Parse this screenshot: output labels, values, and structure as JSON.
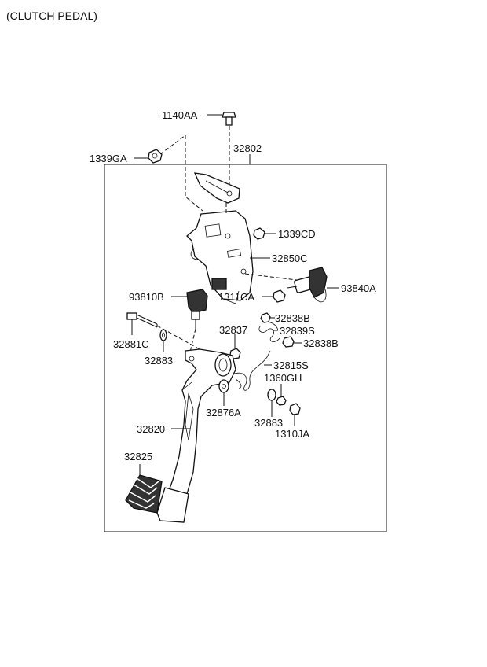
{
  "title": "(CLUTCH PEDAL)",
  "labels": {
    "p1140AA": "1140AA",
    "p1339GA": "1339GA",
    "p32802": "32802",
    "p1339CD": "1339CD",
    "p32850C": "32850C",
    "p93840A": "93840A",
    "p93810B": "93810B",
    "p1311CA": "1311CA",
    "p32838B_a": "32838B",
    "p32837": "32837",
    "p32839S": "32839S",
    "p32838B_b": "32838B",
    "p32881C": "32881C",
    "p32883_a": "32883",
    "p32815S": "32815S",
    "p1360GH": "1360GH",
    "p32876A": "32876A",
    "p32883_b": "32883",
    "p32820": "32820",
    "p1310JA": "1310JA",
    "p32825": "32825"
  }
}
